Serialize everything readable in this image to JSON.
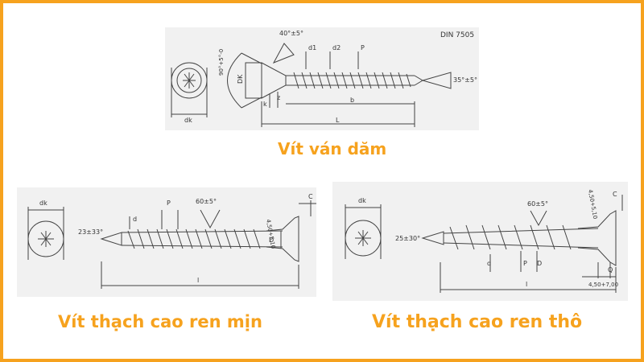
{
  "colors": {
    "accent": "#f6a21e",
    "line": "#444444",
    "panel": "#f1f1f1"
  },
  "top": {
    "caption": "Vít ván dăm",
    "standard": "DIN 7505",
    "angle_head": "40°±5°",
    "angle_head_side": "90°+5°-0",
    "angle_tip": "35°±5°",
    "labels": {
      "dk": "dk",
      "DK": "DK",
      "d1": "d1",
      "d2": "d2",
      "P": "P",
      "k": "k",
      "z": "z",
      "b": "b",
      "L": "L"
    }
  },
  "left": {
    "caption": "Vít thạch cao ren mịn",
    "angle_tip": "23±33°",
    "angle_thread": "60±5°",
    "angle_head": "4,50+5,10",
    "labels": {
      "dk": "dk",
      "d": "d",
      "P": "P",
      "D": "D",
      "C": "C",
      "l": "l"
    }
  },
  "right": {
    "caption": "Vít thạch cao ren thô",
    "angle_tip": "25±30°",
    "angle_thread": "60±5°",
    "angle_head": "4,50+5,10",
    "dim_bottom": "4,50+7,00",
    "labels": {
      "dk": "dk",
      "d": "d",
      "P": "P",
      "D": "D",
      "C": "C",
      "Q": "Q",
      "l": "l"
    }
  }
}
